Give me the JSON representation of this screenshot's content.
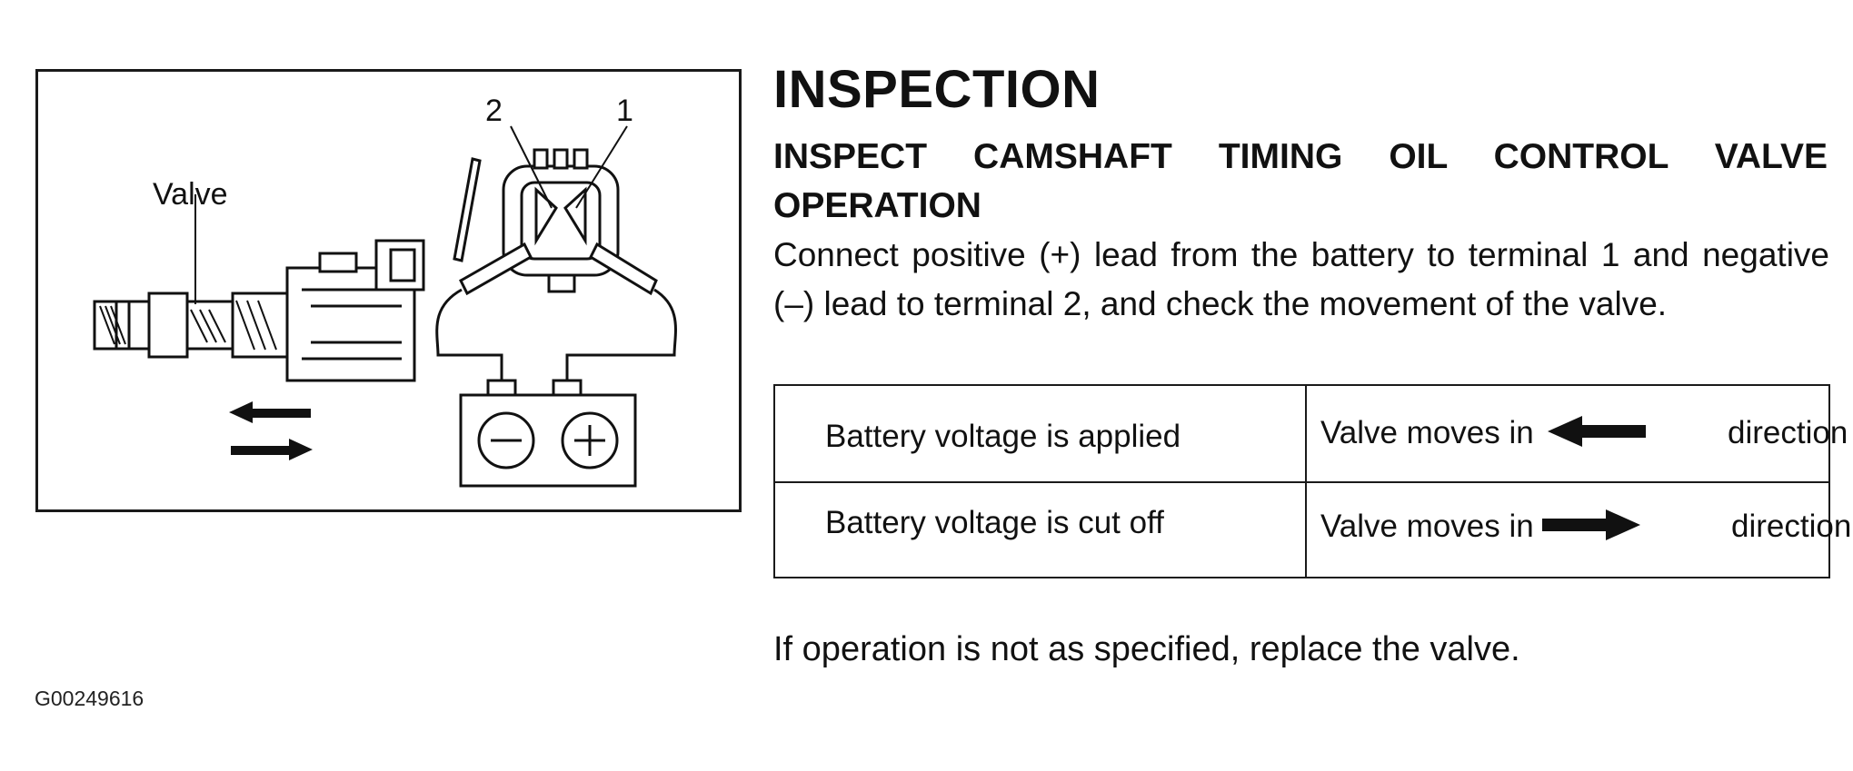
{
  "figure": {
    "valve_label": "Valve",
    "terminal_2": "2",
    "terminal_1": "1",
    "battery_negative": "−",
    "battery_positive": "+"
  },
  "title": "INSPECTION",
  "subtitle": "INSPECT CAMSHAFT TIMING OIL CONTROL VALVE OPERATION",
  "instruction": "Connect positive (+) lead from the battery to terminal 1 and negative (–) lead to terminal 2, and check the movement of the valve.",
  "table": {
    "rows": [
      {
        "condition": "Battery voltage is applied",
        "result_prefix": "Valve moves in",
        "arrow": "left-arrow-icon",
        "result_suffix": "direction"
      },
      {
        "condition": "Battery voltage is cut off",
        "result_prefix": "Valve moves in",
        "arrow": "right-arrow-icon",
        "result_suffix": "direction"
      }
    ]
  },
  "footer_note": "If operation is not as specified, replace the valve.",
  "figure_id": "G00249616"
}
